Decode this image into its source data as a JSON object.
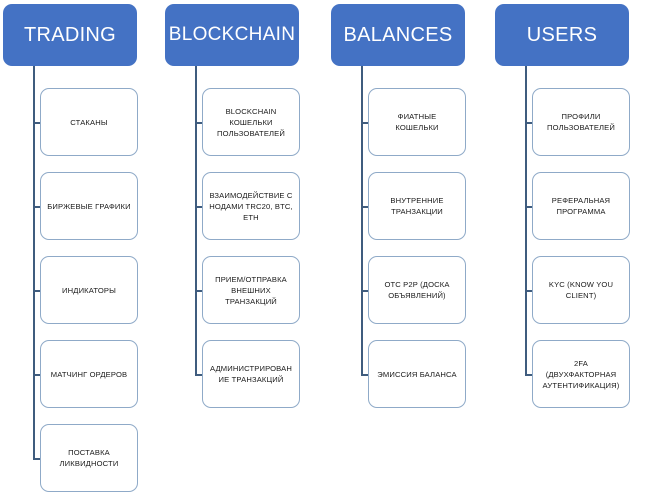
{
  "diagram": {
    "type": "organizational-tree",
    "title": "",
    "header_color": "#4472C4",
    "header_text_color": "#FFFFFF",
    "box_border_color": "#8FAAC8",
    "connector_color": "#3F5C7E",
    "background_color": "#FFFFFF",
    "columns": [
      {
        "id": "trading",
        "header": "TRADING",
        "children": [
          {
            "label": "СТАКАНЫ"
          },
          {
            "label": "БИРЖЕВЫЕ ГРАФИКИ"
          },
          {
            "label": "ИНДИКАТОРЫ"
          },
          {
            "label": "МАТЧИНГ ОРДЕРОВ"
          },
          {
            "label": "ПОСТАВКА ЛИКВИДНОСТИ"
          }
        ]
      },
      {
        "id": "blockchain",
        "header": "BLOCKCHAIN",
        "children": [
          {
            "label": "BLOCKCHAIN КОШЕЛЬКИ ПОЛЬЗОВАТЕЛЕЙ"
          },
          {
            "label": "ВЗАИМОДЕЙСТВИЕ С НОДАМИ TRC20, BTC, ETH"
          },
          {
            "label": "ПРИЕМ/ОТПРАВКА ВНЕШНИХ ТРАНЗАКЦИЙ"
          },
          {
            "label": "АДМИНИСТРИРОВАНИЕ ТРАНЗАКЦИЙ"
          }
        ]
      },
      {
        "id": "balances",
        "header": "BALANCES",
        "children": [
          {
            "label": "ФИАТНЫЕ КОШЕЛЬКИ"
          },
          {
            "label": "ВНУТРЕННИЕ ТРАНЗАКЦИИ"
          },
          {
            "label": "OTC P2P (ДОСКА ОБЪЯВЛЕНИЙ)"
          },
          {
            "label": "ЭМИССИЯ БАЛАНСА"
          }
        ]
      },
      {
        "id": "users",
        "header": "USERS",
        "children": [
          {
            "label": "ПРОФИЛИ ПОЛЬЗОВАТЕЛЕЙ"
          },
          {
            "label": "РЕФЕРАЛЬНАЯ ПРОГРАММА"
          },
          {
            "label": "KYC (KNOW YOU CLIENT)"
          },
          {
            "label": "2FA (ДВУХФАКТОРНАЯ АУТЕНТИФИКАЦИЯ)"
          }
        ]
      }
    ]
  }
}
